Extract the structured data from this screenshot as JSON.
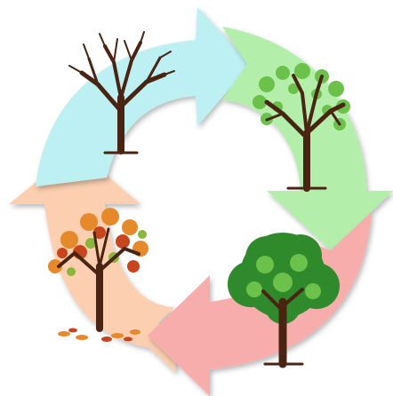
{
  "diagram": {
    "type": "cycle",
    "colors": {
      "top_left_arrow": "#bdf0f3",
      "top_right_arrow": "#b3efab",
      "bottom_right_arrow": "#f7adac",
      "bottom_left_arrow": "#fbcfb0",
      "trunk": "#4a2412",
      "green_leaf_light": "#6cc14a",
      "green_leaf_dark": "#2f8a2c",
      "autumn_orange": "#e5892b",
      "autumn_red": "#c7441d",
      "autumn_green": "#8ab63a"
    },
    "segments": [
      {
        "id": "winter",
        "icon": "bare-tree-icon"
      },
      {
        "id": "spring",
        "icon": "budding-tree-icon"
      },
      {
        "id": "summer",
        "icon": "full-tree-icon"
      },
      {
        "id": "autumn",
        "icon": "autumn-tree-icon"
      }
    ]
  }
}
